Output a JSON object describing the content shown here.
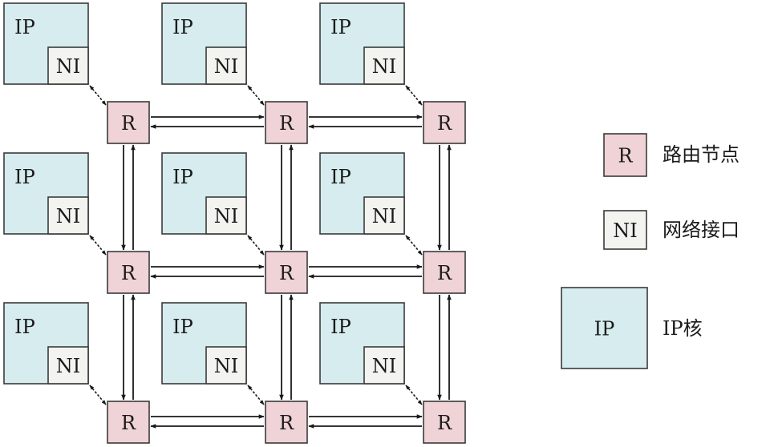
{
  "diagram": {
    "labels": {
      "ip": "IP",
      "ni": "NI",
      "router": "R"
    },
    "colors": {
      "ip_fill": "#d6ecef",
      "ni_fill": "#f3f3ef",
      "router_fill": "#efd3d7",
      "line": "#1a1a1a"
    },
    "grid": {
      "rows": 3,
      "cols": 3
    },
    "legend": [
      {
        "symbol": "R",
        "kind": "router",
        "text": "路由节点"
      },
      {
        "symbol": "NI",
        "kind": "ni",
        "text": "网络接口"
      },
      {
        "symbol": "IP",
        "kind": "ip",
        "text": "IP核"
      }
    ]
  }
}
